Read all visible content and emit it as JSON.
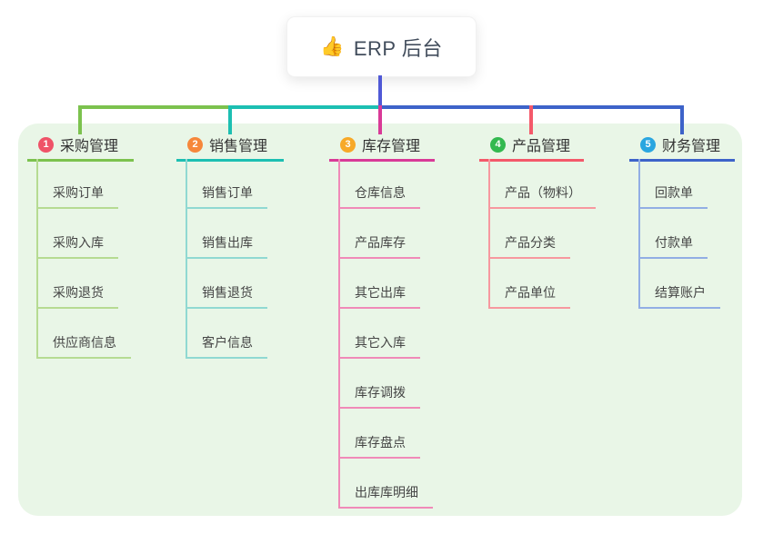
{
  "root": {
    "icon": "👍",
    "title": "ERP 后台"
  },
  "panel": {
    "background": "#e9f6e7"
  },
  "connector": {
    "stem_color": "#5059d6"
  },
  "branches": [
    {
      "badge": "1",
      "title": "采购管理",
      "badge_color": "#ef5368",
      "line_color": "#7cc24e",
      "child_line_color": "#b6db92",
      "children": [
        "采购订单",
        "采购入库",
        "采购退货",
        "供应商信息"
      ]
    },
    {
      "badge": "2",
      "title": "销售管理",
      "badge_color": "#f6873b",
      "line_color": "#1dbfb2",
      "child_line_color": "#90d9d2",
      "children": [
        "销售订单",
        "销售出库",
        "销售退货",
        "客户信息"
      ]
    },
    {
      "badge": "3",
      "title": "库存管理",
      "badge_color": "#f7a928",
      "line_color": "#d93a97",
      "child_line_color": "#f08ab8",
      "children": [
        "仓库信息",
        "产品库存",
        "其它出库",
        "其它入库",
        "库存调拨",
        "库存盘点",
        "出库库明细"
      ]
    },
    {
      "badge": "4",
      "title": "产品管理",
      "badge_color": "#33b94f",
      "line_color": "#f4596a",
      "child_line_color": "#f7989f",
      "children": [
        "产品（物料）",
        "产品分类",
        "产品单位"
      ]
    },
    {
      "badge": "5",
      "title": "财务管理",
      "badge_color": "#2aa6e0",
      "line_color": "#3d63c9",
      "child_line_color": "#92aee4",
      "children": [
        "回款单",
        "付款单",
        "结算账户"
      ]
    }
  ]
}
